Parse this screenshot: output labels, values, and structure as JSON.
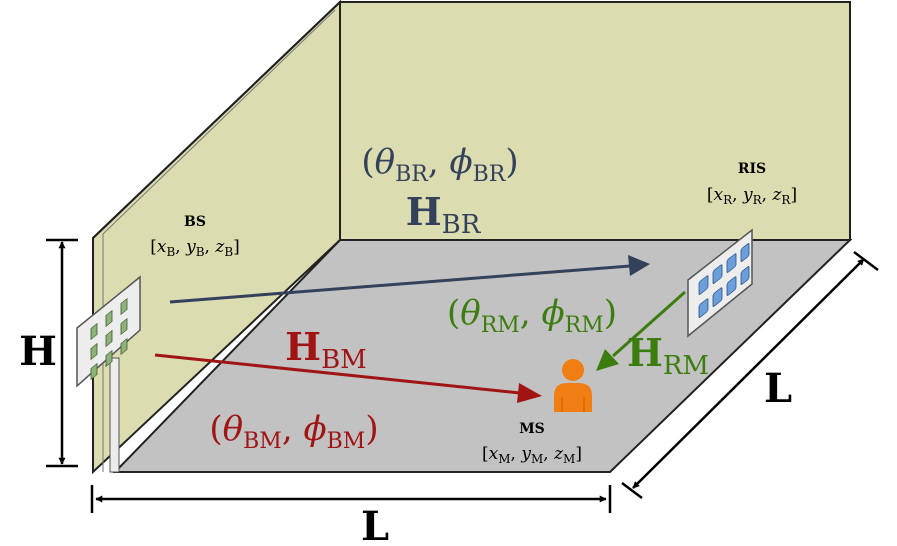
{
  "dimensions": {
    "height_label": "H",
    "length_bottom_label": "L",
    "length_right_label": "L"
  },
  "nodes": {
    "bs": {
      "title": "BS",
      "coords": {
        "x": "x",
        "y": "y",
        "z": "z",
        "sub": "B"
      }
    },
    "ris": {
      "title": "RIS",
      "coords": {
        "x": "x",
        "y": "y",
        "z": "z",
        "sub": "R"
      }
    },
    "ms": {
      "title": "MS",
      "coords": {
        "x": "x",
        "y": "y",
        "z": "z",
        "sub": "M"
      }
    }
  },
  "links": {
    "br": {
      "channel": {
        "symbol": "H",
        "sub": "BR"
      },
      "angles": {
        "theta": "θ",
        "phi": "ϕ",
        "sub": "BR"
      },
      "color": "#33415a"
    },
    "bm": {
      "channel": {
        "symbol": "H",
        "sub": "BM"
      },
      "angles": {
        "theta": "θ",
        "phi": "ϕ",
        "sub": "BM"
      },
      "color": "#a01414"
    },
    "rm": {
      "channel": {
        "symbol": "H",
        "sub": "RM"
      },
      "angles": {
        "theta": "θ",
        "phi": "ϕ",
        "sub": "RM"
      },
      "color": "#3c7d0f"
    }
  },
  "colors": {
    "wall": "#dcdcb1",
    "floor": "#c2c2c2",
    "bs_element": "#8fb27a",
    "ris_element": "#6a9fdc",
    "person": "#f07e12"
  }
}
